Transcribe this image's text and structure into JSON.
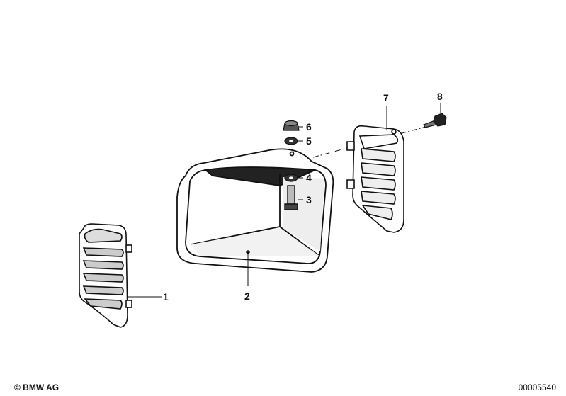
{
  "diagram": {
    "parts": [
      {
        "number": "1",
        "name": "left grille"
      },
      {
        "number": "2",
        "name": "headlight frame"
      },
      {
        "number": "3",
        "name": "hex bolt"
      },
      {
        "number": "4",
        "name": "washer"
      },
      {
        "number": "5",
        "name": "washer"
      },
      {
        "number": "6",
        "name": "hex nut"
      },
      {
        "number": "7",
        "name": "right grille"
      },
      {
        "number": "8",
        "name": "screw"
      }
    ]
  },
  "footer": {
    "copyright": "© BMW AG",
    "diagram_id": "00005540"
  },
  "colors": {
    "ink": "#111111",
    "background": "#ffffff"
  }
}
